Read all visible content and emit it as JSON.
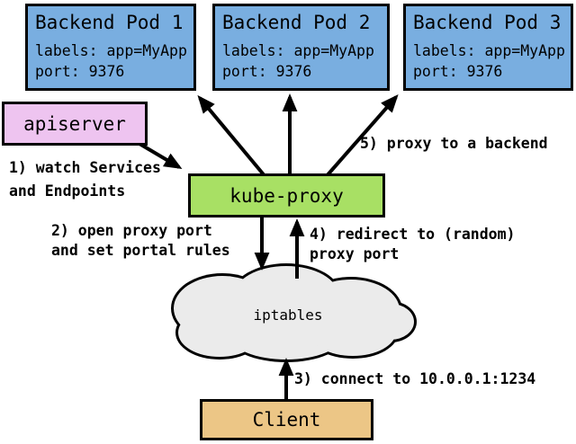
{
  "nodes": {
    "pods": [
      {
        "title": "Backend Pod 1",
        "labels_line": "labels: app=MyApp",
        "port_line": "port: 9376"
      },
      {
        "title": "Backend Pod 2",
        "labels_line": "labels: app=MyApp",
        "port_line": "port: 9376"
      },
      {
        "title": "Backend Pod 3",
        "labels_line": "labels: app=MyApp",
        "port_line": "port: 9376"
      }
    ],
    "apiserver": {
      "label": "apiserver"
    },
    "kube_proxy": {
      "label": "kube-proxy"
    },
    "iptables": {
      "label": "iptables"
    },
    "client": {
      "label": "Client"
    }
  },
  "annotations": {
    "step1": "1) watch Services\nand Endpoints",
    "step2": "2) open proxy port\nand set portal rules",
    "step3": "3) connect to 10.0.0.1:1234",
    "step4": "4) redirect to (random)\nproxy port",
    "step5": "5) proxy to a backend"
  },
  "colors": {
    "pod_fill": "#79aee0",
    "apiserver_fill": "#eec4f0",
    "kube_proxy_fill": "#a8e064",
    "client_fill": "#ecc686",
    "cloud_fill": "#ebebeb",
    "stroke": "#000000"
  }
}
